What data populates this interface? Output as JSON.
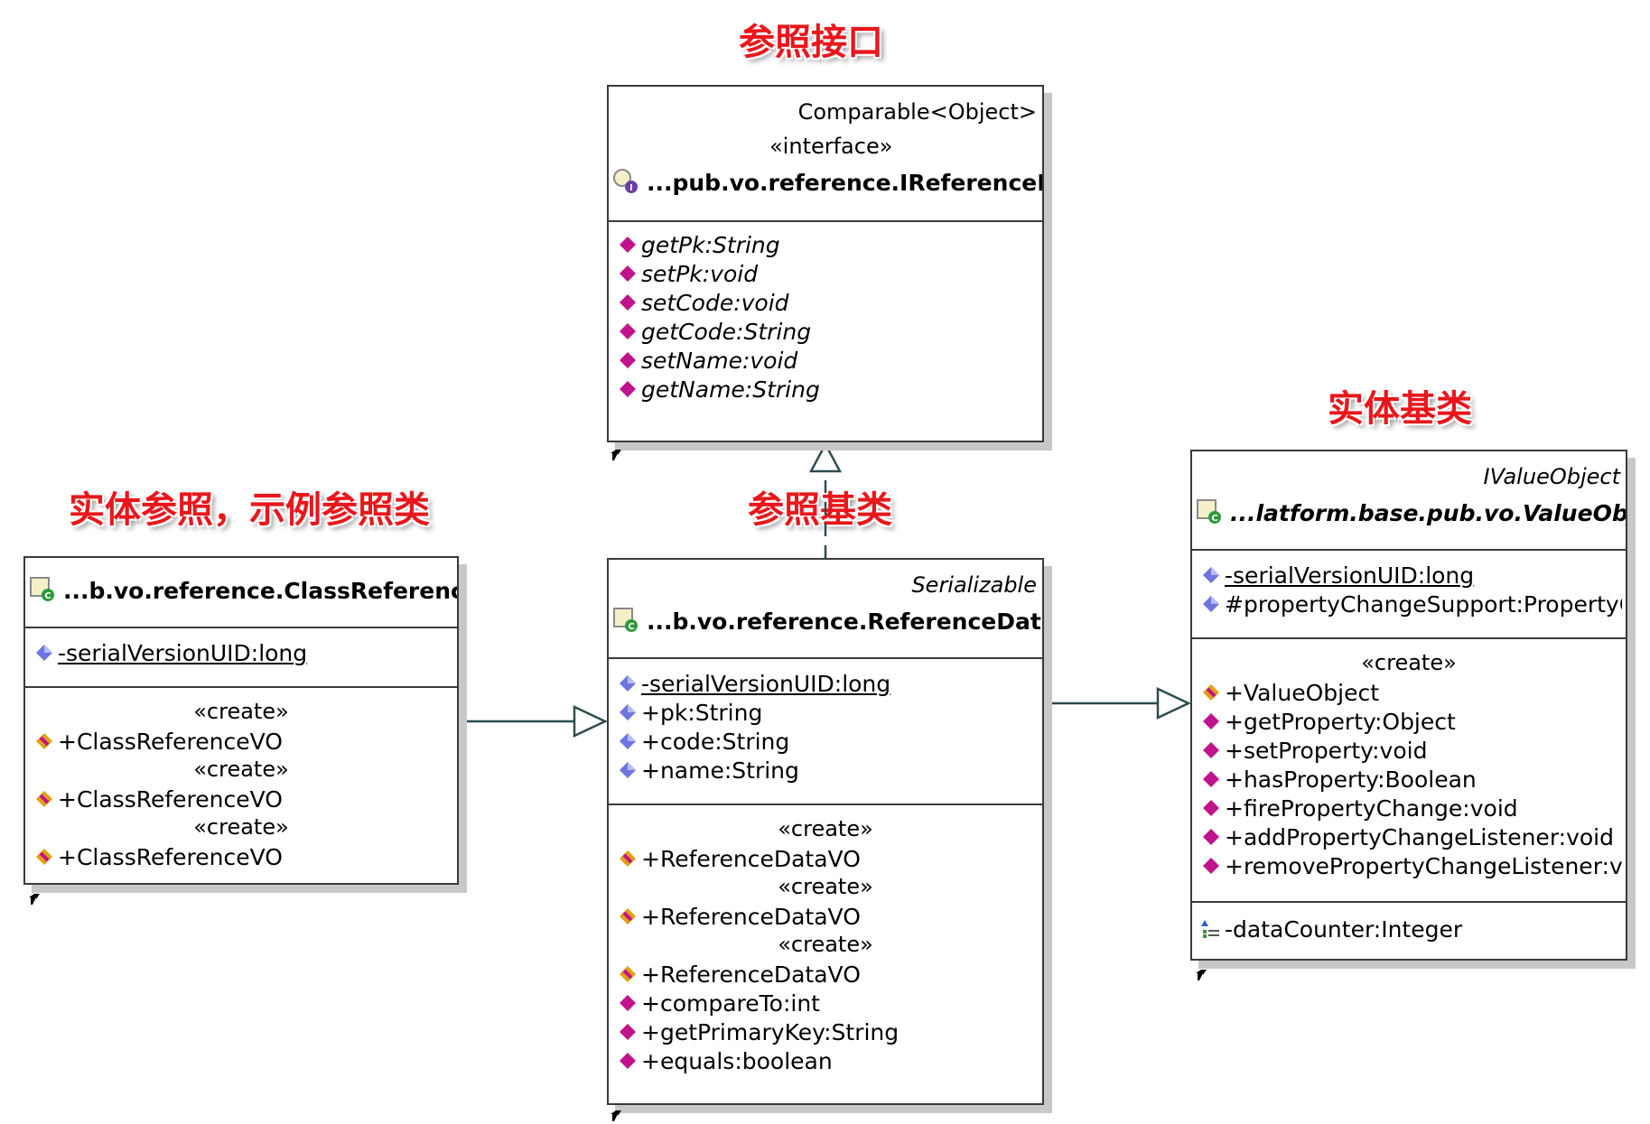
{
  "annotations": {
    "interface": "参照接口",
    "base_entity": "实体基类",
    "entity_ref": "实体参照，示例参照类",
    "ref_base": "参照基类"
  },
  "colors": {
    "annotation": "#e8171c",
    "line": "#2e4d4d",
    "method_icon": "#c0138c",
    "field_icon": "#6e74e0",
    "ctor_icon": "#e0a010"
  },
  "interface_box": {
    "stereotype_parent": "Comparable<Object>",
    "stereotype": "«interface»",
    "name": "...pub.vo.reference.IReferenceData",
    "icon": "interface-icon",
    "methods": [
      "getPk:String",
      "setPk:void",
      "setCode:void",
      "getCode:String",
      "setName:void",
      "getName:String"
    ]
  },
  "class_ref_box": {
    "name": "...b.vo.reference.ClassReferenceVO",
    "icon": "class-icon",
    "fields": [
      "-serialVersionUID:long"
    ],
    "constructors": [
      {
        "stereo": "«create»",
        "label": "+ClassReferenceVO"
      },
      {
        "stereo": "«create»",
        "label": "+ClassReferenceVO"
      },
      {
        "stereo": "«create»",
        "label": "+ClassReferenceVO"
      }
    ]
  },
  "ref_data_box": {
    "stereotype_parent": "Serializable",
    "name": "...b.vo.reference.ReferenceDataVO",
    "icon": "class-icon",
    "fields": [
      "-serialVersionUID:long",
      "+pk:String",
      "+code:String",
      "+name:String"
    ],
    "constructors": [
      {
        "stereo": "«create»",
        "label": "+ReferenceDataVO"
      },
      {
        "stereo": "«create»",
        "label": "+ReferenceDataVO"
      },
      {
        "stereo": "«create»",
        "label": "+ReferenceDataVO"
      }
    ],
    "methods": [
      "+compareTo:int",
      "+getPrimaryKey:String",
      "+equals:boolean"
    ]
  },
  "value_object_box": {
    "stereotype_parent": "IValueObject",
    "name": "...latform.base.pub.vo.ValueObject",
    "icon": "class-icon",
    "fields": [
      "-serialVersionUID:long",
      "#propertyChangeSupport:PropertyCh"
    ],
    "ctor_stereo": "«create»",
    "ctor": "+ValueObject",
    "methods": [
      "+getProperty:Object",
      "+setProperty:void",
      "+hasProperty:Boolean",
      "+firePropertyChange:void",
      "+addPropertyChangeListener:void",
      "+removePropertyChangeListener:void"
    ],
    "extra": "-dataCounter:Integer"
  }
}
